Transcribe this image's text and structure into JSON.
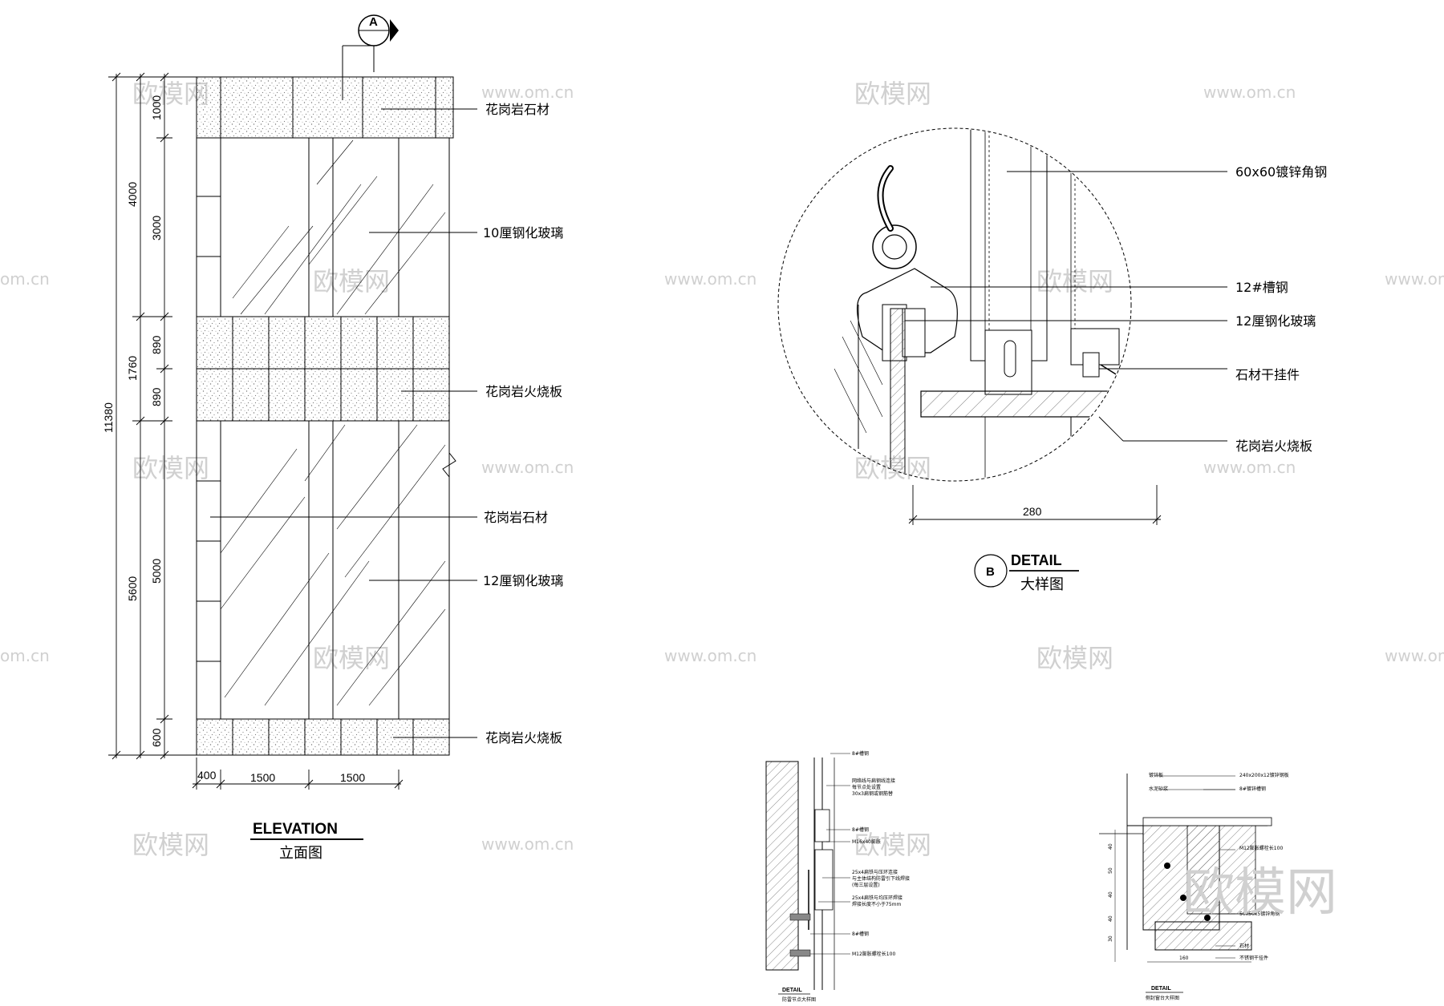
{
  "elevation": {
    "marker": "A",
    "labels": [
      "花岗岩石材",
      "10厘钢化玻璃",
      "花岗岩火烧板",
      "花岗岩石材",
      "12厘钢化玻璃",
      "花岗岩火烧板"
    ],
    "dims_left_outer": [
      "11380"
    ],
    "dims_left_mid": [
      "4000",
      "1760",
      "5600"
    ],
    "dims_left_inner": [
      "1000",
      "3000",
      "890",
      "890",
      "5000",
      "600"
    ],
    "dims_bottom": [
      "400",
      "1500",
      "1500"
    ],
    "title_en": "ELEVATION",
    "title_cn": "立面图"
  },
  "detail_b": {
    "labels": [
      "60x60镀锌角钢",
      "12#槽钢",
      "12厘钢化玻璃",
      "石材干挂件",
      "花岗岩火烧板"
    ],
    "dim": "280",
    "marker": "B",
    "title_en": "DETAIL",
    "title_cn": "大样图"
  },
  "detail_small_1": {
    "title_en": "DETAIL",
    "title_cn": "防雷节点大样图",
    "notes": [
      "8#槽钢",
      "网络线与扁钢线连接",
      "每节点处设置",
      "30x3扁钢或钢筋替",
      "8#槽钢",
      "M16x40膨胀",
      "25x4扁铁与压环连接",
      "与主体结构防雷引下线焊接",
      "(每三层设置)",
      "25x4扁铁与均压环焊接",
      "焊接长度不小于75mm",
      "8#槽钢",
      "M12膨胀螺栓长100"
    ]
  },
  "detail_small_2": {
    "title_en": "DETAIL",
    "title_cn": "侧封窗台大样图",
    "notes": [
      "镀锌板",
      "240x200x12镀锌钢板",
      "水泥砂浆",
      "8#镀锌槽钢",
      "M12膨胀螺栓长100",
      "50x50x5镀锌角钢",
      "石材",
      "不锈钢干挂件"
    ],
    "dims": [
      "160",
      "30",
      "40",
      "40",
      "50",
      "40"
    ]
  },
  "watermarks": {
    "brand": "欧模网",
    "url": "www.om.cn",
    "url_partial": "om.cn"
  },
  "colors": {
    "line": "#000000",
    "watermark": "#d0d0d0",
    "hatch": "#555555"
  }
}
